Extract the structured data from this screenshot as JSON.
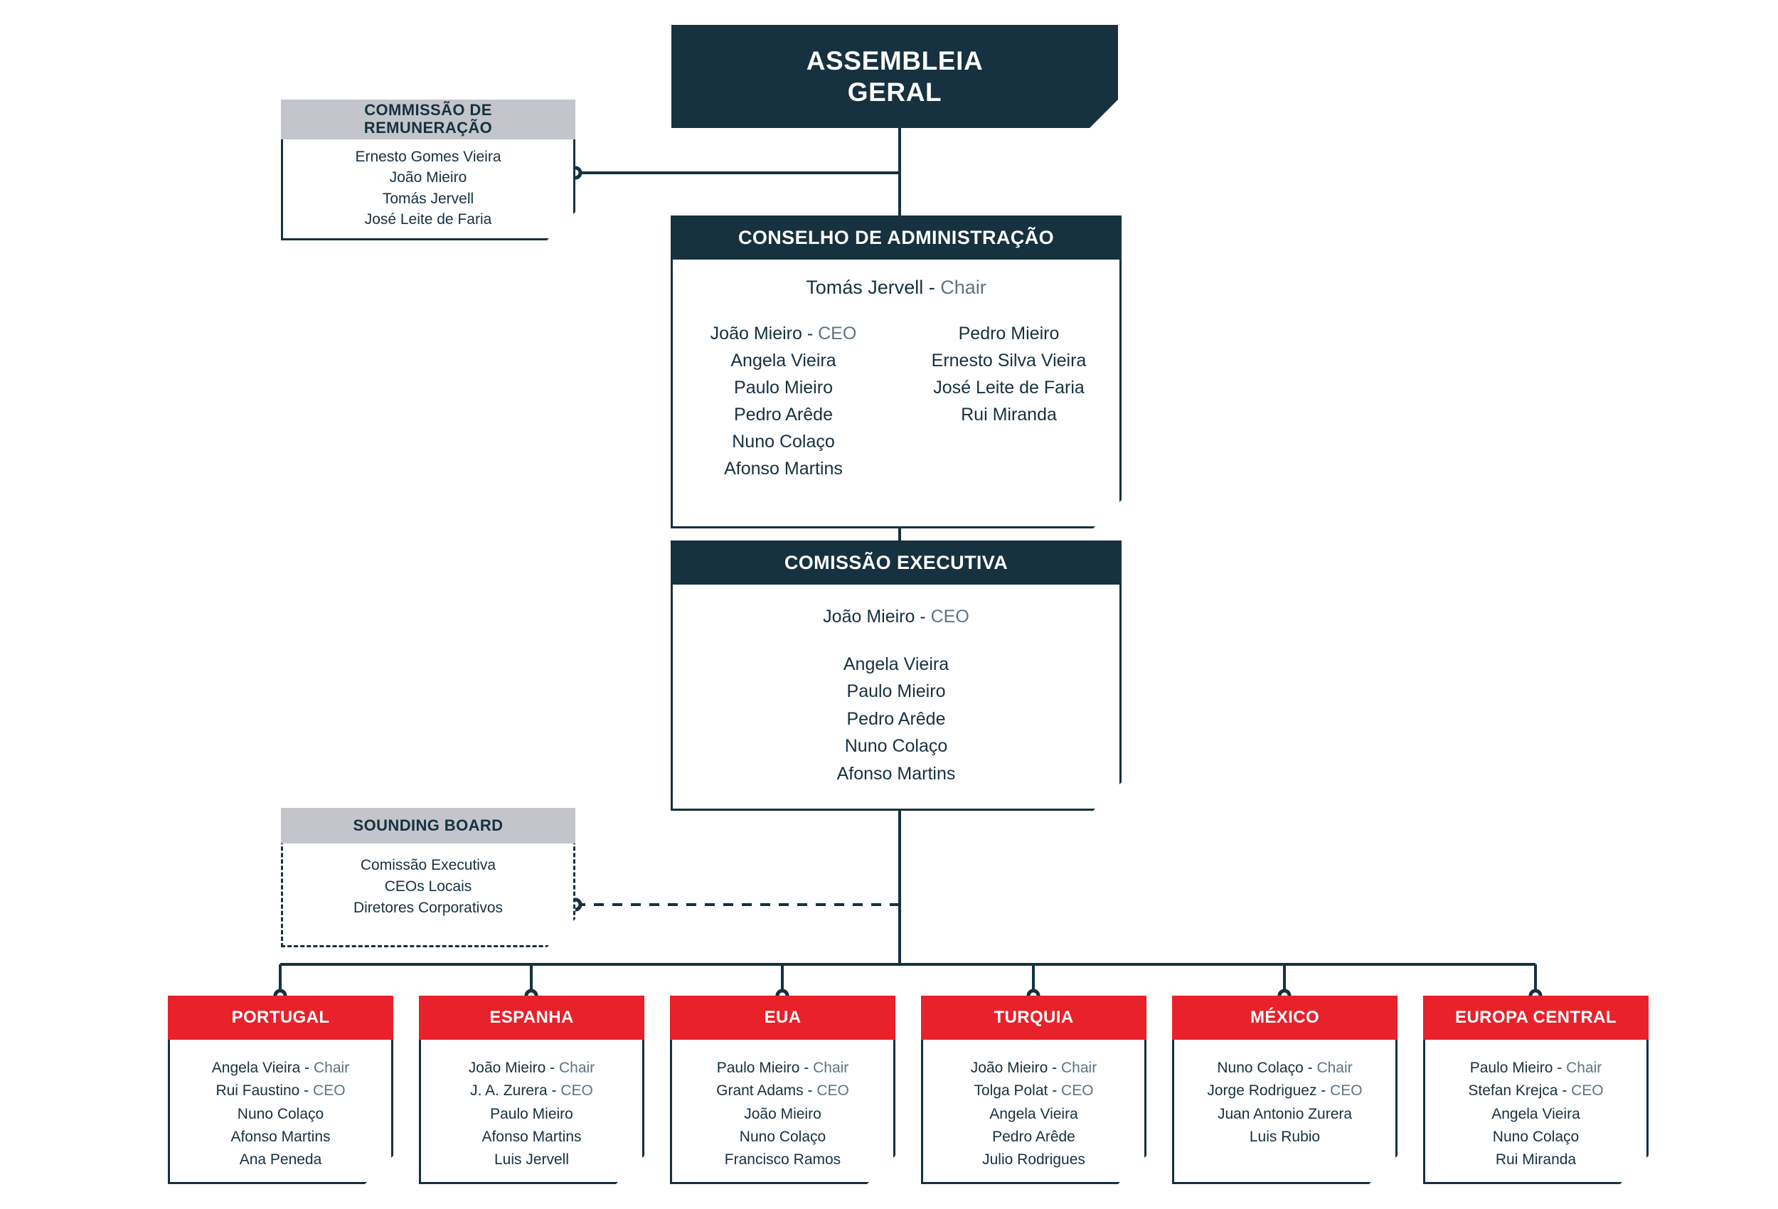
{
  "colors": {
    "navy": "#16313f",
    "red": "#e8212a",
    "grey": "#c4c5ca",
    "white": "#ffffff",
    "role_grey": "#5d7482"
  },
  "assembleia": {
    "line1": "ASSEMBLEIA",
    "line2": "GERAL"
  },
  "remuneracao": {
    "title_line1": "COMMISSÃO DE",
    "title_line2": "REMUNERAÇÃO",
    "members": [
      "Ernesto Gomes Vieira",
      "João Mieiro",
      "Tomás Jervell",
      "José Leite de Faria"
    ]
  },
  "conselho": {
    "title": "CONSELHO DE ADMINISTRAÇÃO",
    "chair_name": "Tomás Jervell",
    "chair_sep": " - ",
    "chair_role": "Chair",
    "col_left": [
      {
        "name": "João Mieiro",
        "sep": " - ",
        "role": "CEO"
      },
      {
        "name": "Angela Vieira",
        "sep": "",
        "role": ""
      },
      {
        "name": "Paulo Mieiro",
        "sep": "",
        "role": ""
      },
      {
        "name": "Pedro Arêde",
        "sep": "",
        "role": ""
      },
      {
        "name": "Nuno Colaço",
        "sep": "",
        "role": ""
      },
      {
        "name": "Afonso Martins",
        "sep": "",
        "role": ""
      }
    ],
    "col_right": [
      {
        "name": "Pedro Mieiro",
        "sep": "",
        "role": ""
      },
      {
        "name": "Ernesto Silva Vieira",
        "sep": "",
        "role": ""
      },
      {
        "name": "José Leite de Faria",
        "sep": "",
        "role": ""
      },
      {
        "name": "Rui Miranda",
        "sep": "",
        "role": ""
      }
    ]
  },
  "executiva": {
    "title": "COMISSÃO EXECUTIVA",
    "lead_name": "João Mieiro",
    "lead_sep": " - ",
    "lead_role": "CEO",
    "members": [
      "Angela Vieira",
      "Paulo Mieiro",
      "Pedro Arêde",
      "Nuno Colaço",
      "Afonso Martins"
    ]
  },
  "sounding": {
    "title": "SOUNDING BOARD",
    "members": [
      "Comissão Executiva",
      "CEOs Locais",
      "Diretores Corporativos"
    ]
  },
  "countries": [
    {
      "title": "PORTUGAL",
      "members": [
        {
          "name": "Angela Vieira",
          "sep": " - ",
          "role": "Chair"
        },
        {
          "name": "Rui Faustino",
          "sep": " - ",
          "role": "CEO"
        },
        {
          "name": "Nuno Colaço",
          "sep": "",
          "role": ""
        },
        {
          "name": "Afonso Martins",
          "sep": "",
          "role": ""
        },
        {
          "name": "Ana Peneda",
          "sep": "",
          "role": ""
        }
      ]
    },
    {
      "title": "ESPANHA",
      "members": [
        {
          "name": "João Mieiro",
          "sep": " - ",
          "role": "Chair"
        },
        {
          "name": "J. A. Zurera",
          "sep": " - ",
          "role": "CEO"
        },
        {
          "name": "Paulo Mieiro",
          "sep": "",
          "role": ""
        },
        {
          "name": "Afonso Martins",
          "sep": "",
          "role": ""
        },
        {
          "name": "Luis Jervell",
          "sep": "",
          "role": ""
        }
      ]
    },
    {
      "title": "EUA",
      "members": [
        {
          "name": "Paulo Mieiro",
          "sep": " - ",
          "role": "Chair"
        },
        {
          "name": "Grant Adams",
          "sep": " - ",
          "role": "CEO"
        },
        {
          "name": "João Mieiro",
          "sep": "",
          "role": ""
        },
        {
          "name": "Nuno Colaço",
          "sep": "",
          "role": ""
        },
        {
          "name": "Francisco Ramos",
          "sep": "",
          "role": ""
        }
      ]
    },
    {
      "title": "TURQUIA",
      "members": [
        {
          "name": "João Mieiro",
          "sep": " - ",
          "role": "Chair"
        },
        {
          "name": "Tolga Polat",
          "sep": " - ",
          "role": "CEO"
        },
        {
          "name": "Angela Vieira",
          "sep": "",
          "role": ""
        },
        {
          "name": "Pedro Arêde",
          "sep": "",
          "role": ""
        },
        {
          "name": "Julio Rodrigues",
          "sep": "",
          "role": ""
        }
      ]
    },
    {
      "title": "MÉXICO",
      "members": [
        {
          "name": "Nuno Colaço",
          "sep": " - ",
          "role": "Chair"
        },
        {
          "name": "Jorge Rodriguez",
          "sep": " - ",
          "role": "CEO"
        },
        {
          "name": "Juan Antonio Zurera",
          "sep": "",
          "role": ""
        },
        {
          "name": "Luis Rubio",
          "sep": "",
          "role": ""
        }
      ]
    },
    {
      "title": "EUROPA CENTRAL",
      "members": [
        {
          "name": "Paulo Mieiro",
          "sep": " - ",
          "role": "Chair"
        },
        {
          "name": "Stefan Krejca",
          "sep": " - ",
          "role": "CEO"
        },
        {
          "name": "Angela Vieira",
          "sep": "",
          "role": ""
        },
        {
          "name": "Nuno Colaço",
          "sep": "",
          "role": ""
        },
        {
          "name": "Rui Miranda",
          "sep": "",
          "role": ""
        }
      ]
    }
  ]
}
